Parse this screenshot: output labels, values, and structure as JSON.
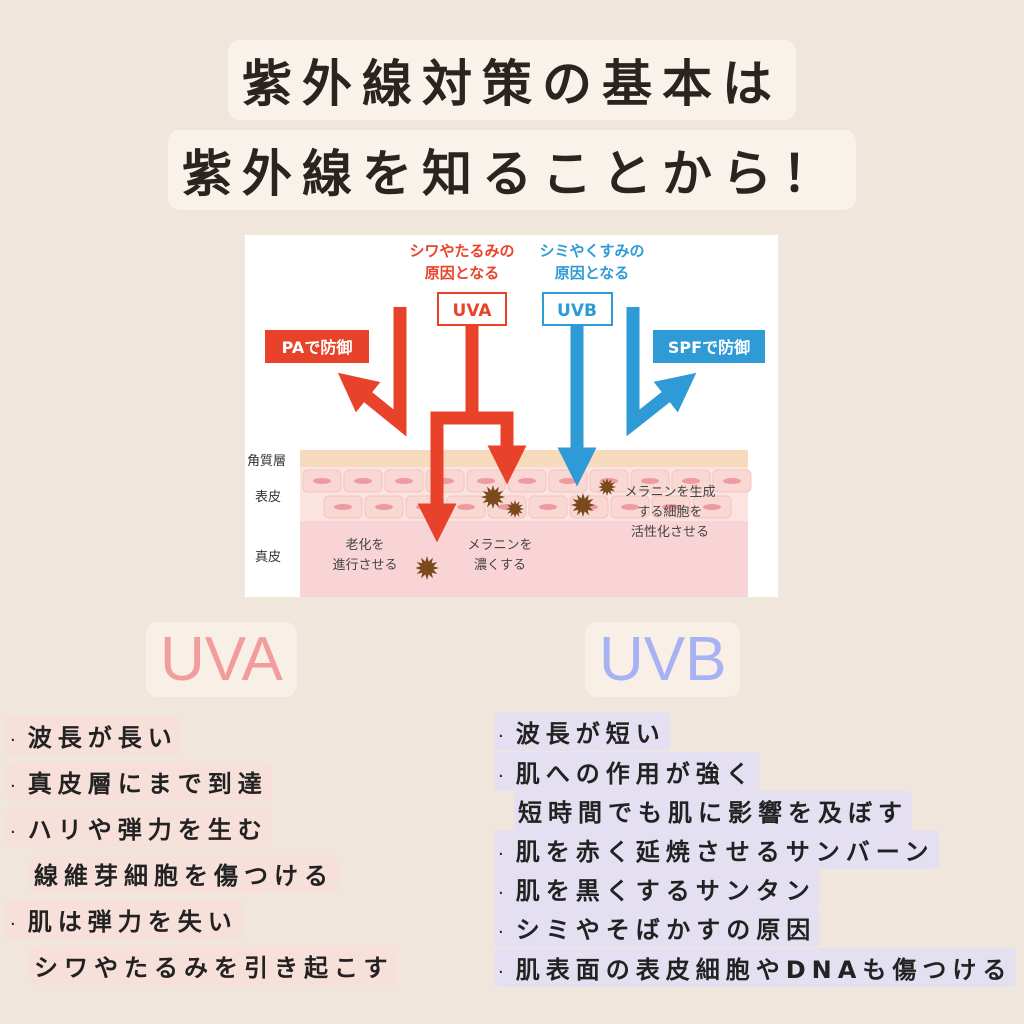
{
  "title": {
    "line1": "紫外線対策の基本は",
    "line2": "紫外線を知ることから！"
  },
  "diagram": {
    "uva_caption1": "シワやたるみの",
    "uva_caption2": "原因となる",
    "uva_label": "UVA",
    "uvb_caption1": "シミやくすみの",
    "uvb_caption2": "原因となる",
    "uvb_label": "UVB",
    "pa_label": "PAで防御",
    "spf_label": "SPFで防御",
    "layer_corneum": "角質層",
    "layer_epidermis": "表皮",
    "layer_dermis": "真皮",
    "aging1": "老化を",
    "aging2": "進行させる",
    "melanin_dark1": "メラニンを",
    "melanin_dark2": "濃くする",
    "melanin_cell1": "メラニンを生成",
    "melanin_cell2": "する細胞を",
    "melanin_cell3": "活性化させる",
    "colors": {
      "uva": "#e8432a",
      "uvb": "#2e9ad6"
    }
  },
  "uva": {
    "heading": "UVA",
    "items": [
      "波長が長い",
      "真皮層にまで到達",
      "ハリや弾力を生む",
      "線維芽細胞を傷つける",
      "肌は弾力を失い",
      "シワやたるみを引き起こす"
    ]
  },
  "uvb": {
    "heading": "UVB",
    "items": [
      "波長が短い",
      "肌への作用が強く",
      "短時間でも肌に影響を及ぼす",
      "肌を赤く延焼させるサンバーン",
      "肌を黒くするサンタン",
      "シミやそばかすの原因",
      "肌表面の表皮細胞やDNAも傷つける"
    ]
  },
  "bullet": "·"
}
